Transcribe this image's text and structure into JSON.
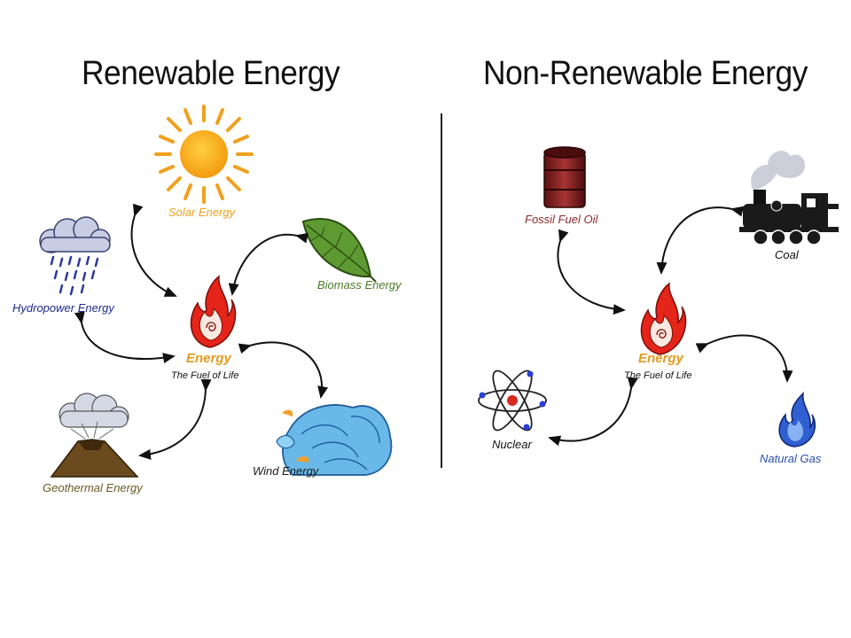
{
  "renewable": {
    "title": "Renewable Energy",
    "center": {
      "title": "Energy",
      "subtitle": "The Fuel of Life"
    },
    "sources": {
      "solar": "Solar Energy",
      "biomass": "Biomass  Energy",
      "hydropower": "Hydropower Energy",
      "geothermal": "Geothermal Energy",
      "wind": "Wind Energy"
    }
  },
  "nonrenewable": {
    "title": "Non-Renewable Energy",
    "center": {
      "title": "Energy",
      "subtitle": "The Fuel of Life"
    },
    "sources": {
      "oil": "Fossil Fuel Oil",
      "coal": "Coal",
      "nuclear": "Nuclear",
      "gas": "Natural Gas"
    }
  },
  "colors": {
    "solar": "#f0a01e",
    "biomass": "#4a7a28",
    "hydropower": "#1f2a8c",
    "geothermal": "#6b5a24",
    "wind": "#1a1a1a",
    "oil": "#8a2a2a",
    "coal": "#111111",
    "nuclear": "#111111",
    "gas": "#2a4fb0",
    "energy": "#e39a1c",
    "arrow": "#111111"
  }
}
